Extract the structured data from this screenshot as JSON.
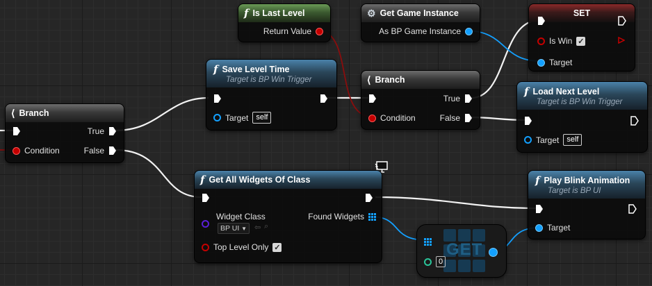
{
  "colors": {
    "exec": "#ffffff",
    "bool": "#c40000",
    "object": "#13a0ff",
    "integer": "#2ac59a",
    "class": "#5a1fd6",
    "function_header": "#2a4659",
    "pure_header": "#3c5a30"
  },
  "nodes": {
    "is_last_level": {
      "title": "Is Last Level",
      "icon": "function-icon",
      "pins": {
        "return_value": "Return Value"
      }
    },
    "get_game_instance": {
      "title": "Get Game Instance",
      "icon": "gear-icon",
      "pins": {
        "as_bp_game_instance": "As BP Game Instance"
      }
    },
    "set": {
      "title": "SET",
      "pins": {
        "is_win": "Is Win",
        "target": "Target"
      },
      "is_win_checked": true
    },
    "save_level_time": {
      "title": "Save Level Time",
      "subtitle": "Target is BP Win Trigger",
      "icon": "function-icon",
      "pins": {
        "target": "Target",
        "target_value": "self"
      }
    },
    "branch_left": {
      "title": "Branch",
      "icon": "branch-icon",
      "pins": {
        "true": "True",
        "condition": "Condition",
        "false": "False"
      }
    },
    "branch_mid": {
      "title": "Branch",
      "icon": "branch-icon",
      "pins": {
        "true": "True",
        "condition": "Condition",
        "false": "False"
      }
    },
    "load_next_level": {
      "title": "Load Next Level",
      "subtitle": "Target is BP Win Trigger",
      "icon": "function-icon",
      "pins": {
        "target": "Target",
        "target_value": "self"
      }
    },
    "get_all_widgets": {
      "title": "Get All Widgets Of Class",
      "icon": "function-icon",
      "pins": {
        "widget_class": "Widget Class",
        "widget_class_value": "BP UI",
        "found_widgets": "Found Widgets",
        "top_level_only": "Top Level Only"
      },
      "top_level_only_checked": true
    },
    "play_blink_animation": {
      "title": "Play Blink Animation",
      "subtitle": "Target is BP UI",
      "icon": "function-icon",
      "pins": {
        "target": "Target"
      }
    },
    "get_array": {
      "title": "GET",
      "index_value": "0"
    }
  }
}
